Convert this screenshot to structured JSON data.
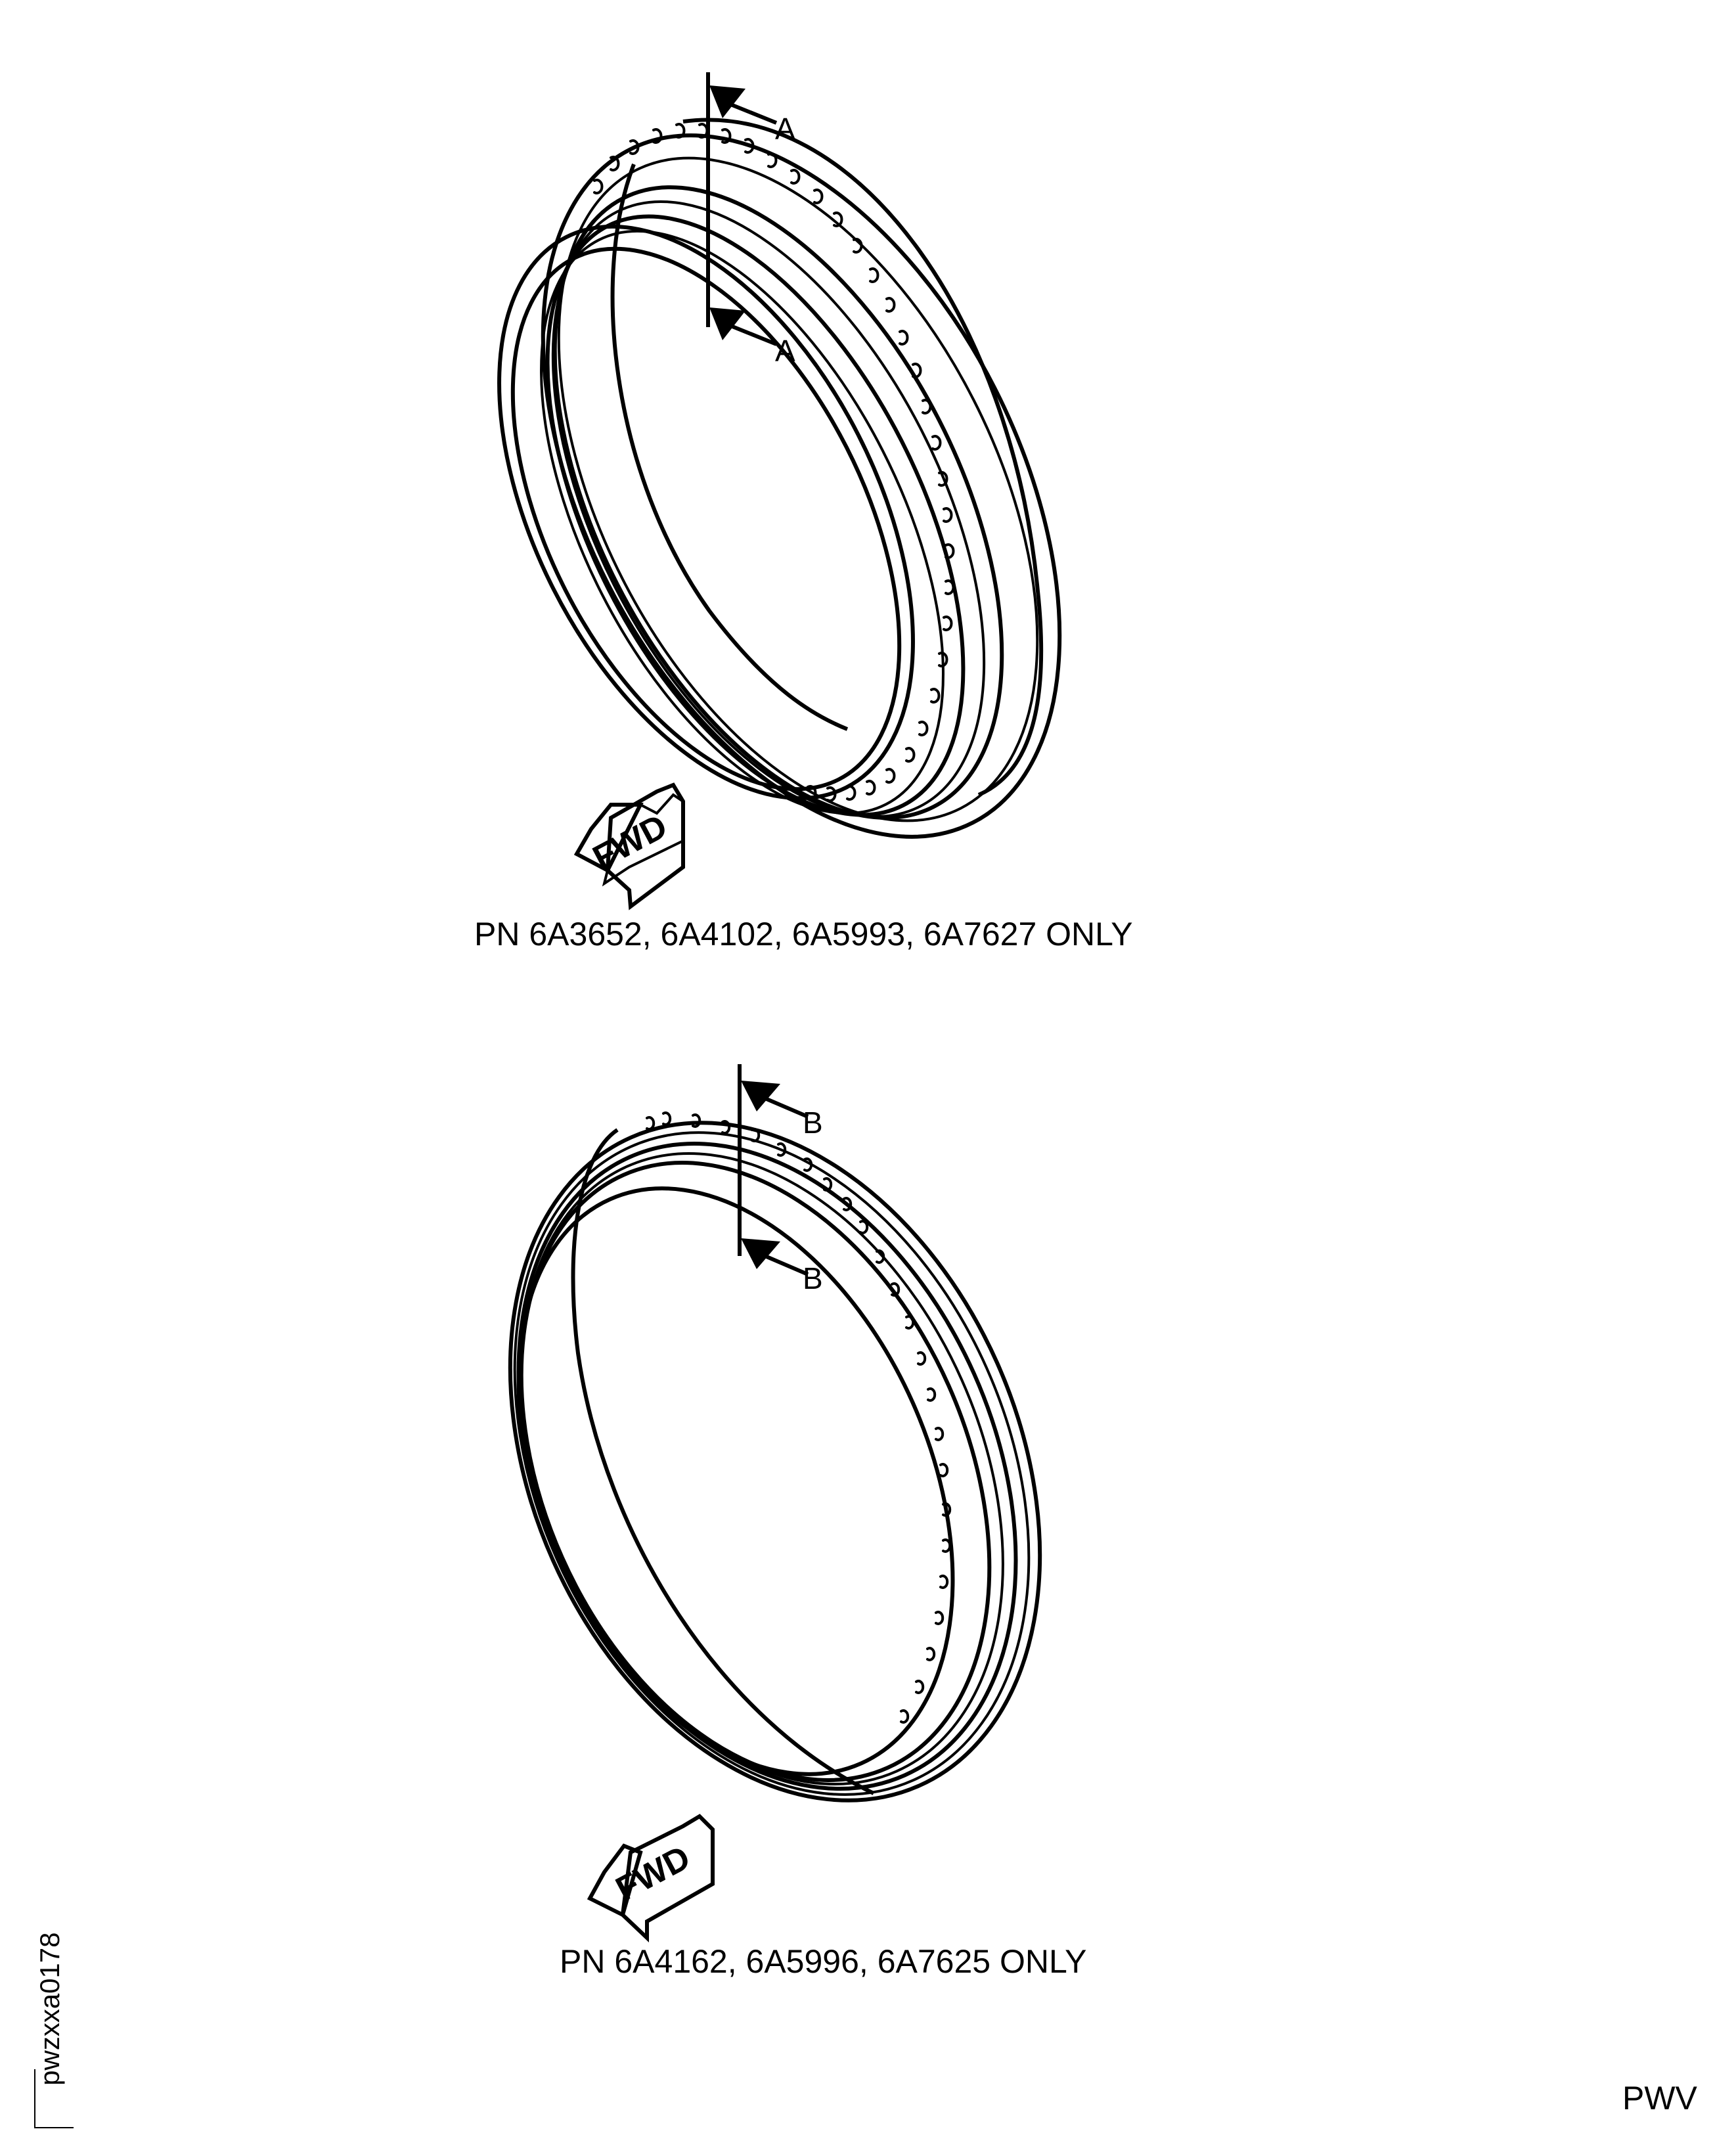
{
  "figure_top": {
    "section_marker_top": "A",
    "section_marker_bottom": "A",
    "direction_label": "FWD",
    "caption": "PN 6A3652, 6A4102, 6A5993, 6A7627 ONLY"
  },
  "figure_bottom": {
    "section_marker_top": "B",
    "section_marker_bottom": "B",
    "direction_label": "FWD",
    "caption": "PN 6A4162, 6A5996, 6A7625 ONLY"
  },
  "footer": {
    "illustration_id": "pwzxxa0178",
    "publisher_code": "PWV"
  },
  "colors": {
    "line": "#000000",
    "background": "#ffffff"
  }
}
